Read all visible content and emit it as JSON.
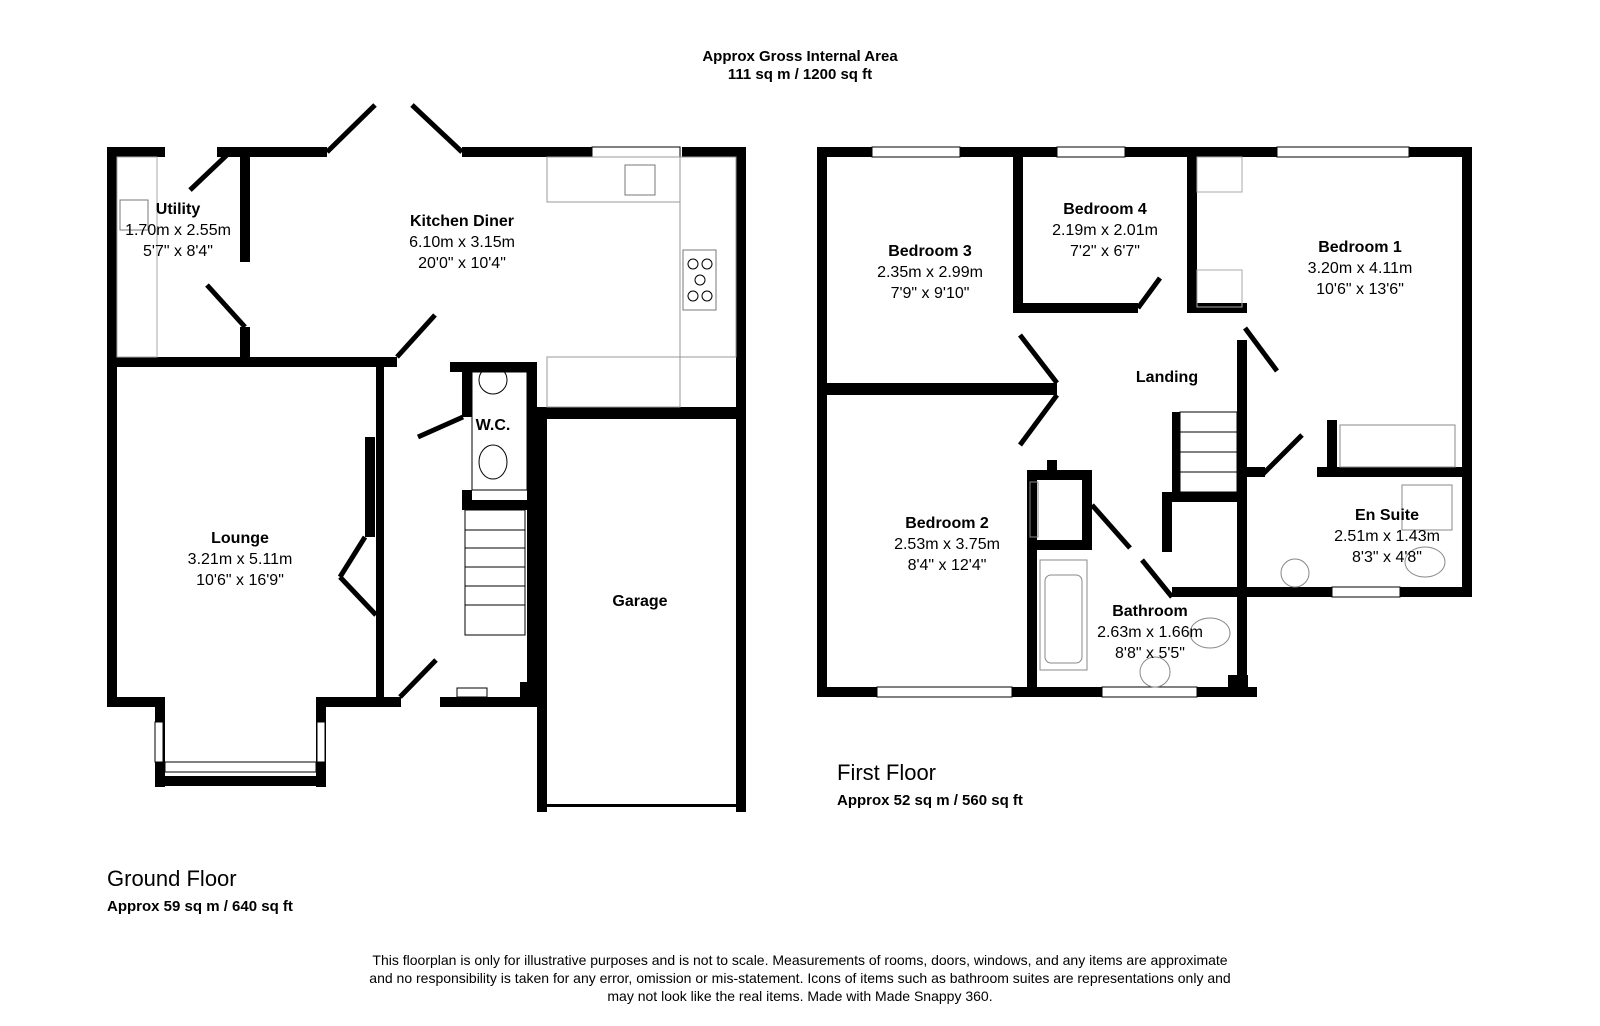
{
  "header": {
    "title": "Approx Gross Internal Area",
    "area": "111 sq m / 1200 sq ft"
  },
  "ground_floor": {
    "name": "Ground Floor",
    "area": "Approx 59 sq m / 640 sq ft",
    "rooms": [
      {
        "name": "Utility",
        "metric": "1.70m x 2.55m",
        "imperial": "5'7\" x 8'4\""
      },
      {
        "name": "Kitchen Diner",
        "metric": "6.10m x 3.15m",
        "imperial": "20'0\" x 10'4\""
      },
      {
        "name": "W.C."
      },
      {
        "name": "Lounge",
        "metric": "3.21m x 5.11m",
        "imperial": "10'6\" x 16'9\""
      },
      {
        "name": "Garage"
      }
    ]
  },
  "first_floor": {
    "name": "First Floor",
    "area": "Approx 52 sq m / 560 sq ft",
    "rooms": [
      {
        "name": "Bedroom 3",
        "metric": "2.35m x 2.99m",
        "imperial": "7'9\" x 9'10\""
      },
      {
        "name": "Bedroom 4",
        "metric": "2.19m x 2.01m",
        "imperial": "7'2\" x 6'7\""
      },
      {
        "name": "Bedroom 1",
        "metric": "3.20m x 4.11m",
        "imperial": "10'6\" x 13'6\""
      },
      {
        "name": "Landing"
      },
      {
        "name": "Bedroom 2",
        "metric": "2.53m x 3.75m",
        "imperial": "8'4\" x 12'4\""
      },
      {
        "name": "En Suite",
        "metric": "2.51m x 1.43m",
        "imperial": "8'3\" x 4'8\""
      },
      {
        "name": "Bathroom",
        "metric": "2.63m x 1.66m",
        "imperial": "8'8\" x 5'5\""
      }
    ]
  },
  "disclaimer": {
    "line1": "This floorplan is only for illustrative purposes and is not to scale. Measurements of rooms, doors, windows, and any items are approximate",
    "line2": "and no responsibility is taken for any error, omission or mis-statement. Icons of items such as bathroom suites are representations only and",
    "line3": "may not look like the real items. Made with Made Snappy 360."
  }
}
